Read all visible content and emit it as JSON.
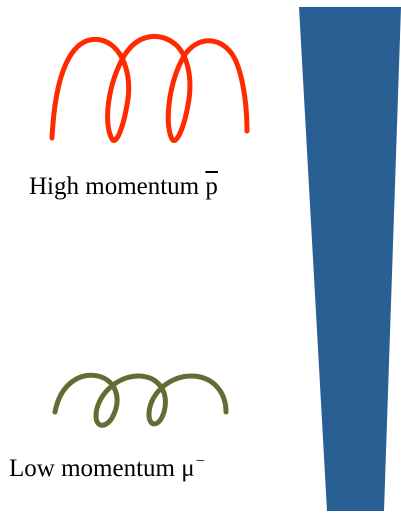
{
  "labels": {
    "high_momentum": {
      "text": "High momentum",
      "particle": "p",
      "particle_mark": "overline"
    },
    "low_momentum": {
      "text": "Low momentum",
      "particle": "μ",
      "particle_charge": "−"
    }
  },
  "colors": {
    "high_momentum_track": "#ff2a00",
    "low_momentum_track": "#5f6f34",
    "wedge": "#2a5f93",
    "text": "#000000",
    "background": "#ffffff"
  }
}
